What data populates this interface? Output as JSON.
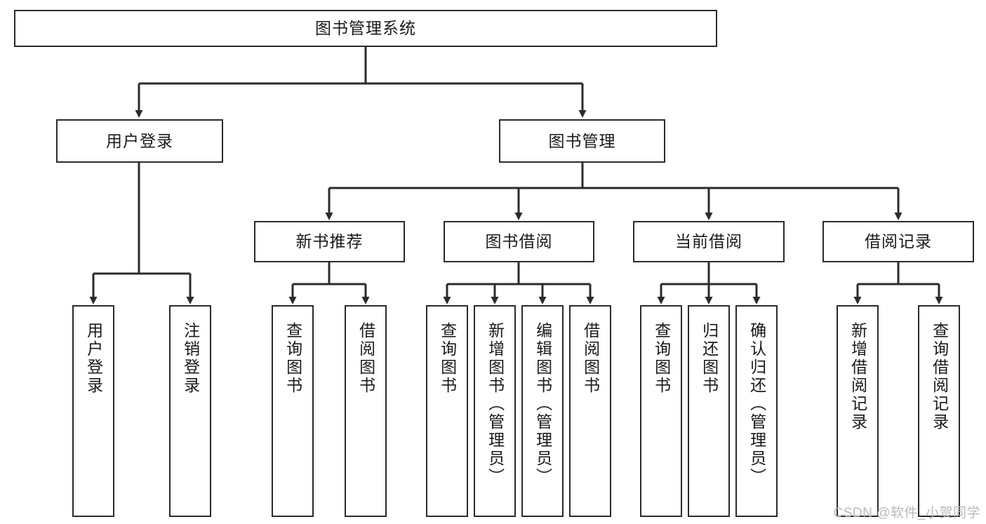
{
  "diagram": {
    "type": "tree-hierarchy-flowchart",
    "orientation": "top-down",
    "colors": {
      "box_border": "#2b2b2b",
      "box_fill": "#ffffff",
      "connector": "#2b2b2b",
      "background": "#ffffff",
      "watermark": "#b9b9b9"
    },
    "root": {
      "label": "图书管理系统"
    },
    "level2": [
      {
        "label": "用户登录"
      },
      {
        "label": "图书管理"
      }
    ],
    "level3": [
      {
        "label": "新书推荐"
      },
      {
        "label": "图书借阅"
      },
      {
        "label": "当前借阅"
      },
      {
        "label": "借阅记录"
      }
    ],
    "leaves": {
      "user_login": [
        {
          "label": "用户登录"
        },
        {
          "label": "注销登录"
        }
      ],
      "new_book_recommend": [
        {
          "label": "查询图书"
        },
        {
          "label": "借阅图书"
        }
      ],
      "book_borrow": [
        {
          "label": "查询图书"
        },
        {
          "label": "新增图书（管理员）"
        },
        {
          "label": "编辑图书（管理员）"
        },
        {
          "label": "借阅图书"
        }
      ],
      "current_borrow": [
        {
          "label": "查询图书"
        },
        {
          "label": "归还图书"
        },
        {
          "label": "确认归还（管理员）"
        }
      ],
      "borrow_records": [
        {
          "label": "新增借阅记录"
        },
        {
          "label": "查询借阅记录"
        }
      ]
    },
    "watermark": "CSDN @软件_小贺同学"
  }
}
